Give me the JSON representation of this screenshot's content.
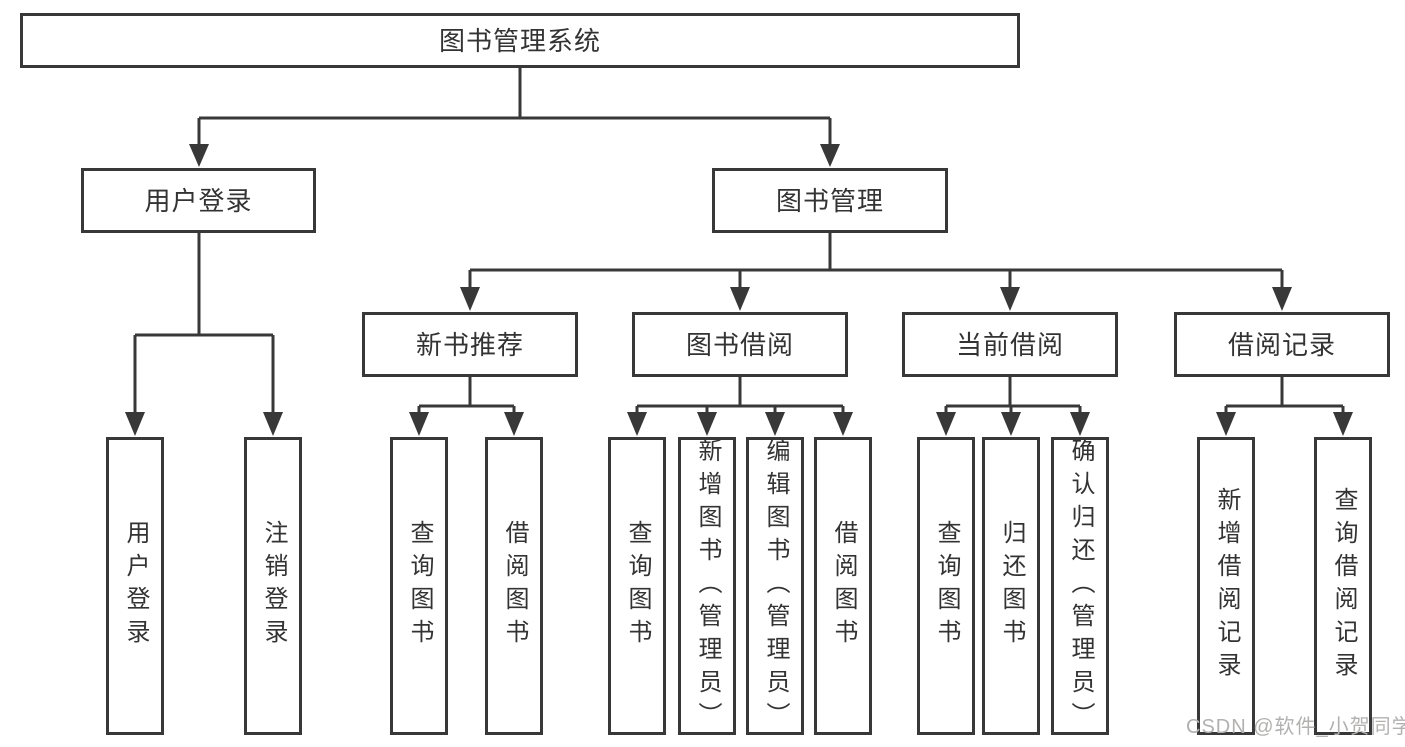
{
  "diagram_title": "图书管理系统",
  "tree": {
    "label": "图书管理系统",
    "children": [
      {
        "label": "用户登录",
        "children": [
          {
            "label": "用户登录"
          },
          {
            "label": "注销登录"
          }
        ]
      },
      {
        "label": "图书管理",
        "children": [
          {
            "label": "新书推荐",
            "children": [
              {
                "label": "查询图书"
              },
              {
                "label": "借阅图书"
              }
            ]
          },
          {
            "label": "图书借阅",
            "children": [
              {
                "label": "查询图书"
              },
              {
                "label": "新增图书（管理员）"
              },
              {
                "label": "编辑图书（管理员）"
              },
              {
                "label": "借阅图书"
              }
            ]
          },
          {
            "label": "当前借阅",
            "children": [
              {
                "label": "查询图书"
              },
              {
                "label": "归还图书"
              },
              {
                "label": "确认归还（管理员）"
              }
            ]
          },
          {
            "label": "借阅记录",
            "children": [
              {
                "label": "新增借阅记录"
              },
              {
                "label": "查询借阅记录"
              }
            ]
          }
        ]
      }
    ]
  },
  "watermark": "CSDN @软件_小贺同学",
  "colors": {
    "line": "#383838",
    "text": "#333333",
    "watermark": "#b2b1b0",
    "background": "#ffffff"
  }
}
